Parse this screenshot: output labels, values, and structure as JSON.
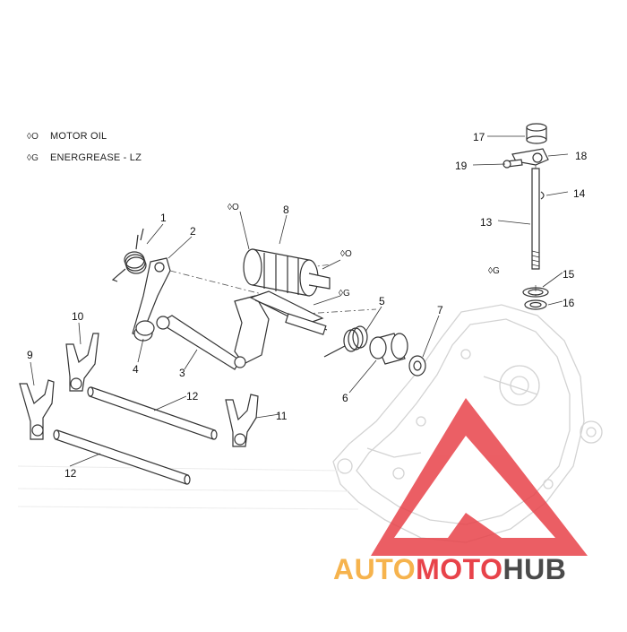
{
  "legend": [
    {
      "symbol": "◊O",
      "label": "MOTOR OIL"
    },
    {
      "symbol": "◊G",
      "label": "ENERGREASE - LZ"
    }
  ],
  "callouts": [
    "1",
    "2",
    "3",
    "4",
    "5",
    "6",
    "7",
    "8",
    "9",
    "10",
    "11",
    "12",
    "12",
    "13",
    "14",
    "15",
    "16",
    "17",
    "18",
    "19"
  ],
  "lube_marks": {
    "oil": "◊O",
    "grease": "◊G"
  },
  "watermark": {
    "part1": "AUTO",
    "part2": "MOTO",
    "part3": "HUB"
  },
  "colors": {
    "line": "#333333",
    "ghost": "#d8d8d8",
    "logo_red": "#e8434a",
    "logo_orange": "#f6b34d",
    "logo_gray": "#4a4a4a"
  }
}
